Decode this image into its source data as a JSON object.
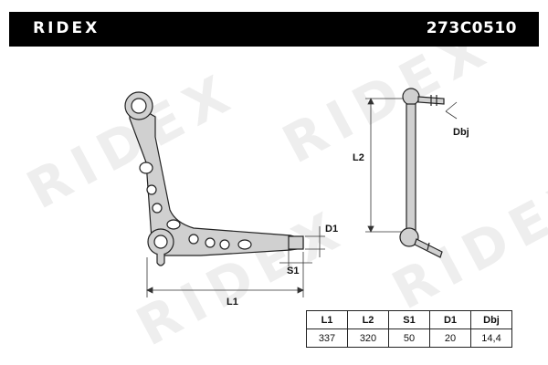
{
  "header": {
    "brand": "RIDEX",
    "part_number": "273C0510"
  },
  "watermark_text": "RIDEX",
  "dimension_labels": {
    "l1": "L1",
    "l2": "L2",
    "s1": "S1",
    "d1": "D1",
    "dbj": "Dbj"
  },
  "spec_table": {
    "headers": [
      "L1",
      "L2",
      "S1",
      "D1",
      "Dbj"
    ],
    "values": [
      "337",
      "320",
      "50",
      "20",
      "14,4"
    ]
  },
  "colors": {
    "header_bg": "#000000",
    "header_text": "#ffffff",
    "part_fill": "#d0d0d0",
    "watermark": "#eeeeee"
  }
}
